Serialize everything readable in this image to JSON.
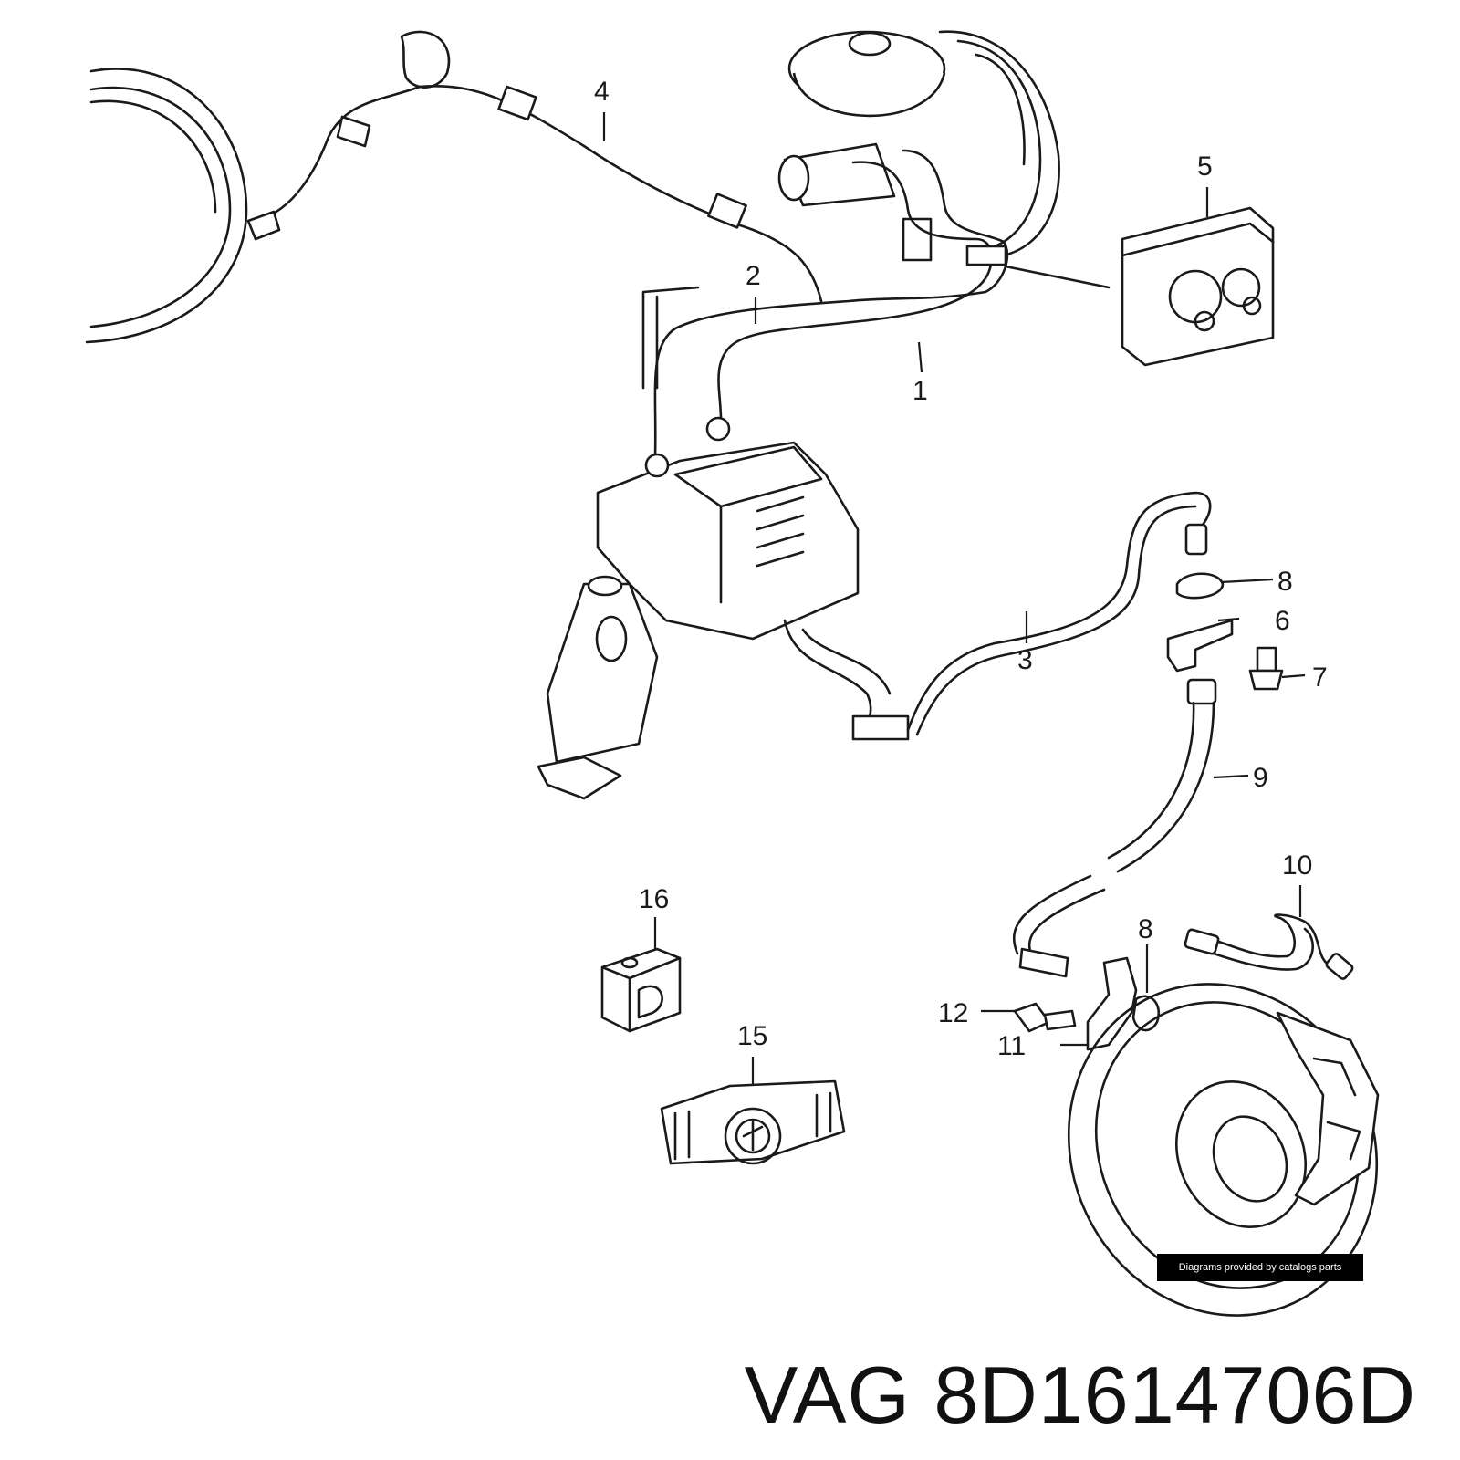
{
  "callouts": [
    {
      "id": "1",
      "label": "1"
    },
    {
      "id": "2",
      "label": "2"
    },
    {
      "id": "3",
      "label": "3"
    },
    {
      "id": "4",
      "label": "4"
    },
    {
      "id": "5",
      "label": "5"
    },
    {
      "id": "6",
      "label": "6"
    },
    {
      "id": "7",
      "label": "7"
    },
    {
      "id": "8a",
      "label": "8"
    },
    {
      "id": "8b",
      "label": "8"
    },
    {
      "id": "9",
      "label": "9"
    },
    {
      "id": "10",
      "label": "10"
    },
    {
      "id": "11",
      "label": "11"
    },
    {
      "id": "12",
      "label": "12"
    },
    {
      "id": "15",
      "label": "15"
    },
    {
      "id": "16",
      "label": "16"
    }
  ],
  "credit": "Diagrams provided by catalogs parts",
  "footer": {
    "brand": "VAG",
    "part_number": "8D1614706D"
  }
}
